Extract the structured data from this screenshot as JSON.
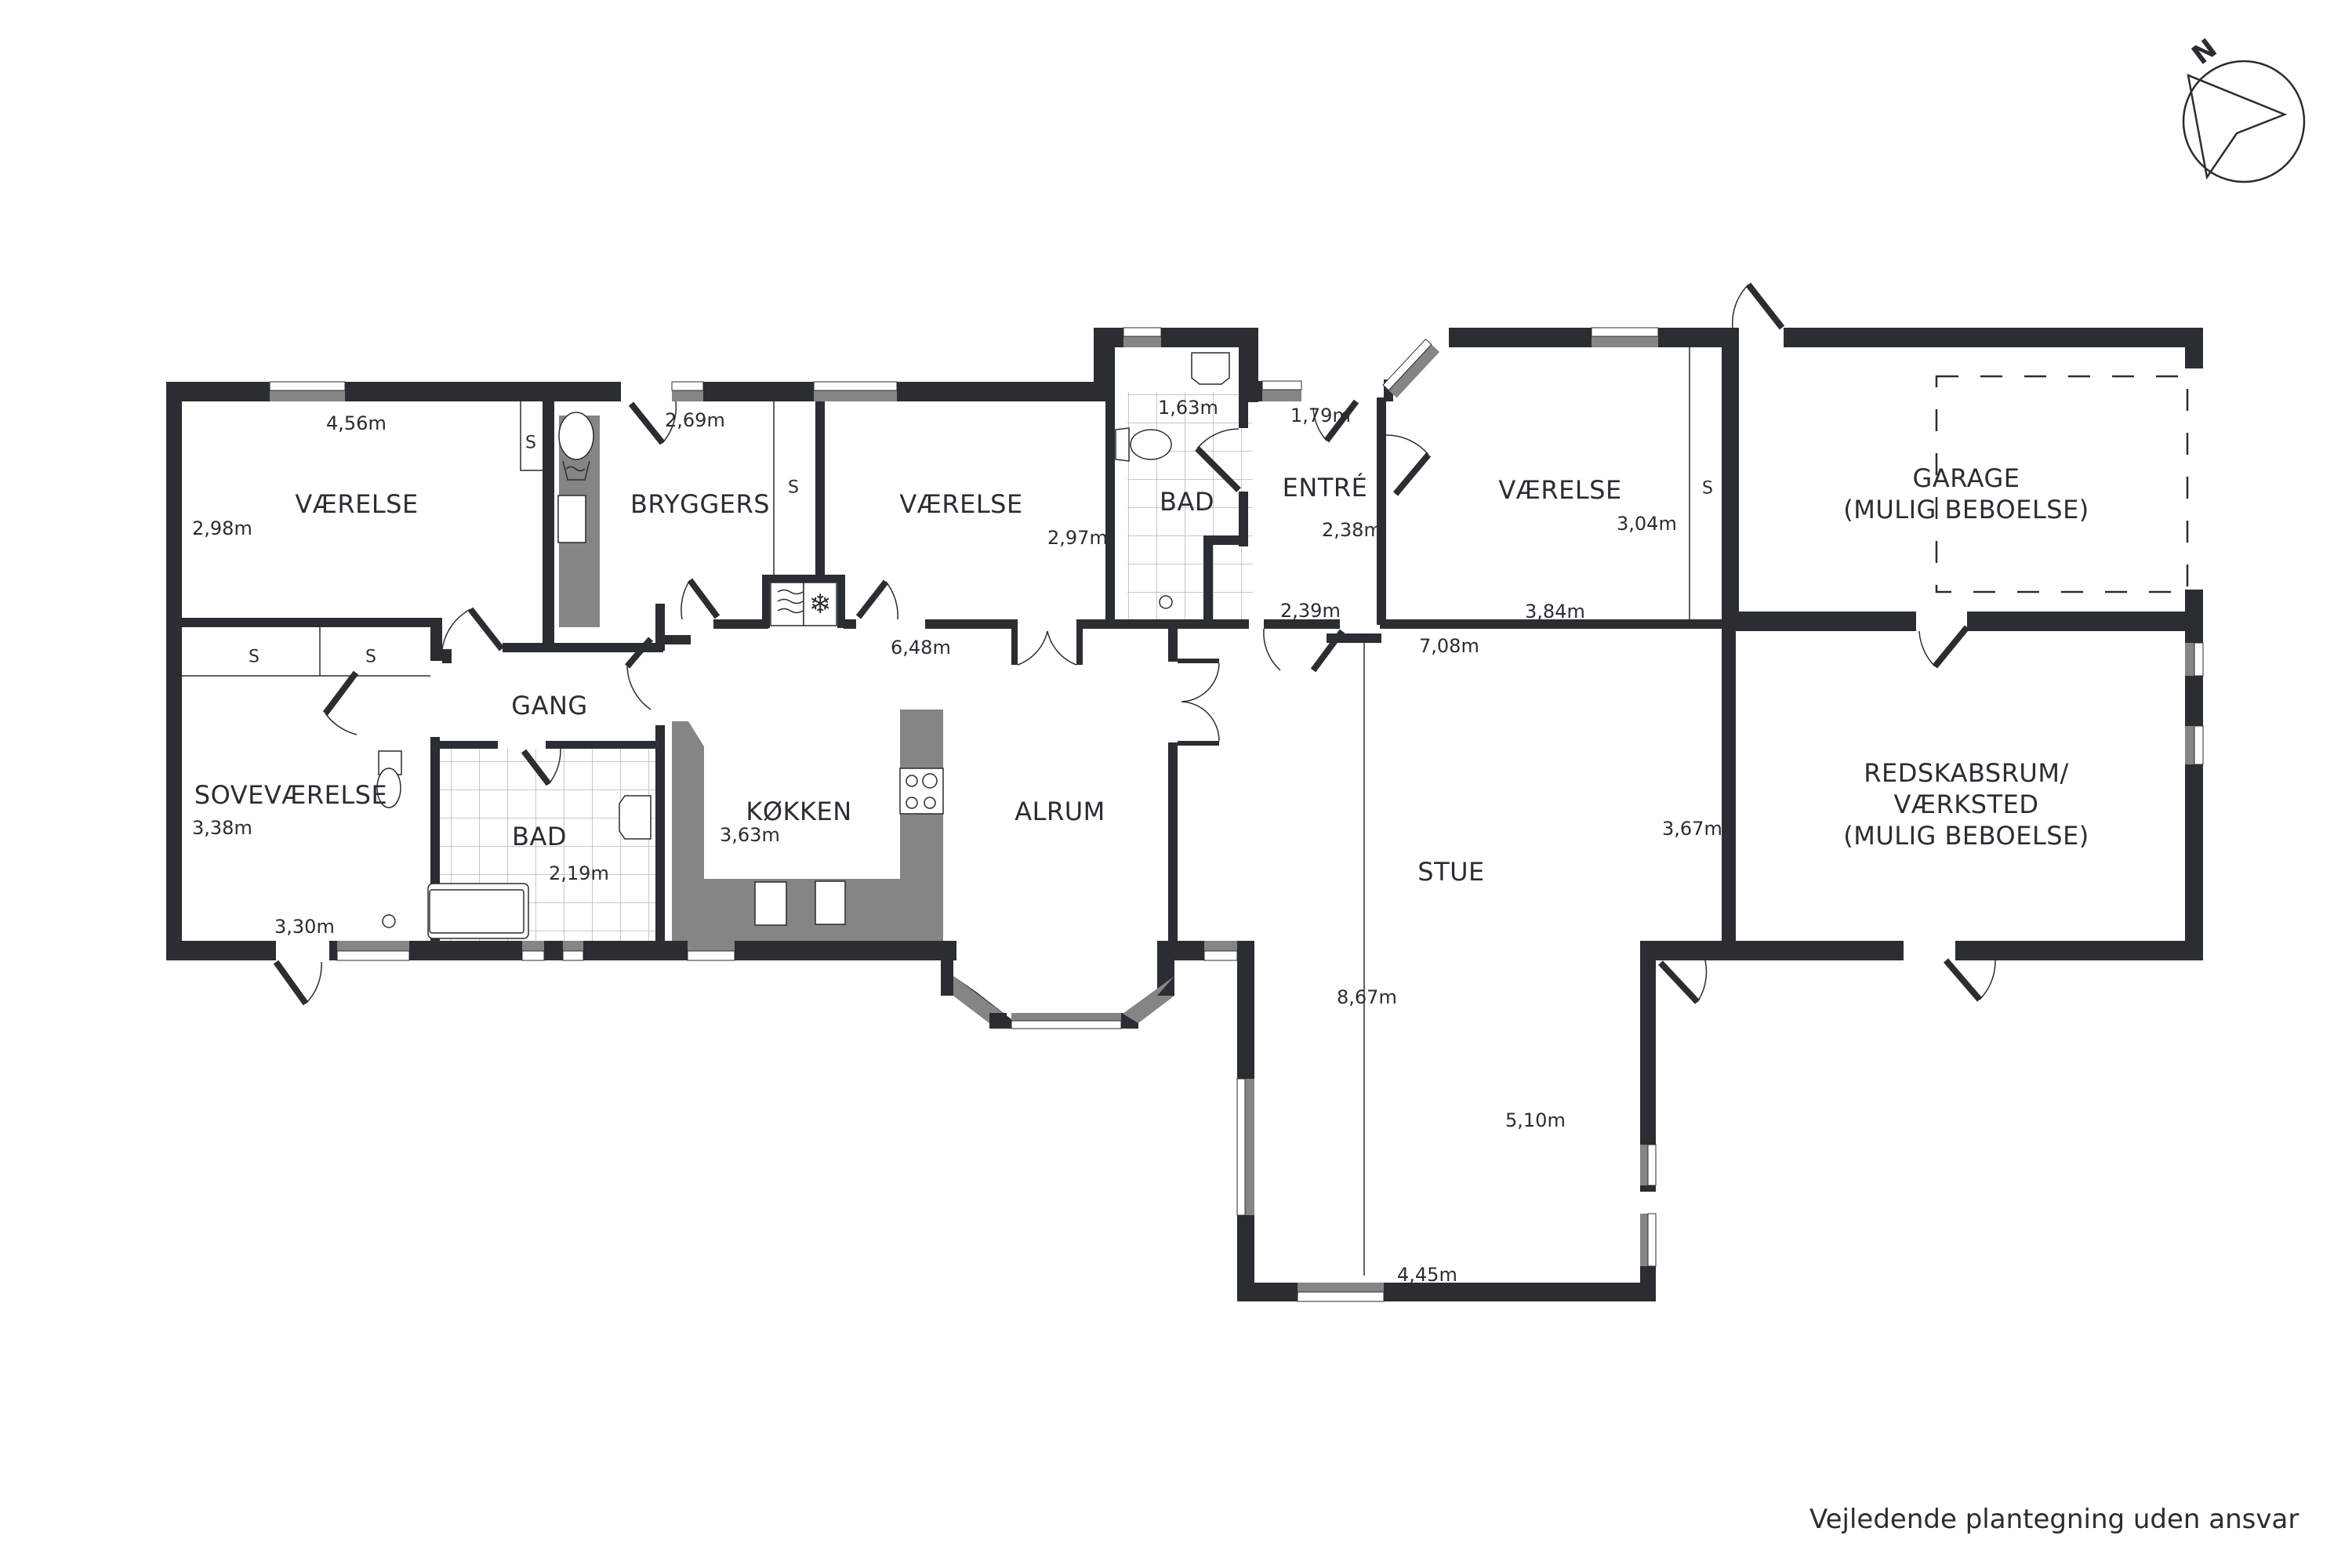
{
  "plan": {
    "title": "Floor plan",
    "colors": {
      "wall": "#2a2d31",
      "counter": "#858585",
      "window_glass": "#858585",
      "background": "#ffffff",
      "tile_line": "#b5b5b5"
    },
    "rooms": [
      {
        "id": "vaerelse-1",
        "label": "VÆRELSE",
        "dims": [
          "4,56m",
          "2,98m"
        ]
      },
      {
        "id": "bryggers",
        "label": "BRYGGERS",
        "dims": [
          "2,69m"
        ]
      },
      {
        "id": "vaerelse-2",
        "label": "VÆRELSE",
        "dims": [
          "2,97m",
          "6,48m"
        ]
      },
      {
        "id": "bad-1",
        "label": "BAD",
        "dims": [
          "1,63m"
        ]
      },
      {
        "id": "entre",
        "label": "ENTRÉ",
        "dims": [
          "1,79m",
          "2,38m",
          "2,39m"
        ]
      },
      {
        "id": "vaerelse-3",
        "label": "VÆRELSE",
        "dims": [
          "3,04m",
          "3,84m"
        ]
      },
      {
        "id": "garage",
        "label": "GARAGE\n(MULIG BEBOELSE)",
        "dims": []
      },
      {
        "id": "gang",
        "label": "GANG",
        "dims": []
      },
      {
        "id": "sovevaerelse",
        "label": "SOVEVÆRELSE",
        "dims": [
          "3,38m",
          "3,30m"
        ]
      },
      {
        "id": "bad-2",
        "label": "BAD",
        "dims": [
          "2,19m"
        ]
      },
      {
        "id": "koekken",
        "label": "KØKKEN",
        "dims": [
          "3,63m"
        ]
      },
      {
        "id": "alrum",
        "label": "ALRUM",
        "dims": []
      },
      {
        "id": "stue",
        "label": "STUE",
        "dims": [
          "7,08m",
          "3,67m",
          "8,67m",
          "5,10m",
          "4,45m"
        ]
      },
      {
        "id": "redskabsrum",
        "label": "REDSKABSRUM/\nVÆRKSTED\n(MULIG BEBOELSE)",
        "dims": []
      }
    ],
    "labels": {
      "vaerelse_1": "VÆRELSE",
      "bryggers": "BRYGGERS",
      "vaerelse_2": "VÆRELSE",
      "bad_1": "BAD",
      "entre": "ENTRÉ",
      "vaerelse_3": "VÆRELSE",
      "garage": "GARAGE\n(MULIG BEBOELSE)",
      "gang": "GANG",
      "sovevaerelse": "SOVEVÆRELSE",
      "bad_2": "BAD",
      "koekken": "KØKKEN",
      "alrum": "ALRUM",
      "stue": "STUE",
      "redskabsrum": "REDSKABSRUM/\nVÆRKSTED\n(MULIG BEBOELSE)"
    },
    "dimensions": {
      "d_456": "4,56m",
      "d_298": "2,98m",
      "d_269": "2,69m",
      "d_297": "2,97m",
      "d_648": "6,48m",
      "d_163": "1,63m",
      "d_179": "1,79m",
      "d_238": "2,38m",
      "d_239": "2,39m",
      "d_304": "3,04m",
      "d_384": "3,84m",
      "d_708": "7,08m",
      "d_338": "3,38m",
      "d_330": "3,30m",
      "d_219": "2,19m",
      "d_363": "3,63m",
      "d_367": "3,67m",
      "d_867": "8,67m",
      "d_510": "5,10m",
      "d_445": "4,45m"
    },
    "storage_marker": "S",
    "compass": {
      "label": "N"
    },
    "disclaimer": "Vejledende plantegning uden ansvar",
    "fixtures": [
      "washing-machine",
      "laundry-sink",
      "utility-sink",
      "dryer",
      "freezer",
      "toilet",
      "washbasin",
      "floor-drain",
      "bathtub",
      "hob",
      "kitchen-sink",
      "dishwasher"
    ]
  }
}
